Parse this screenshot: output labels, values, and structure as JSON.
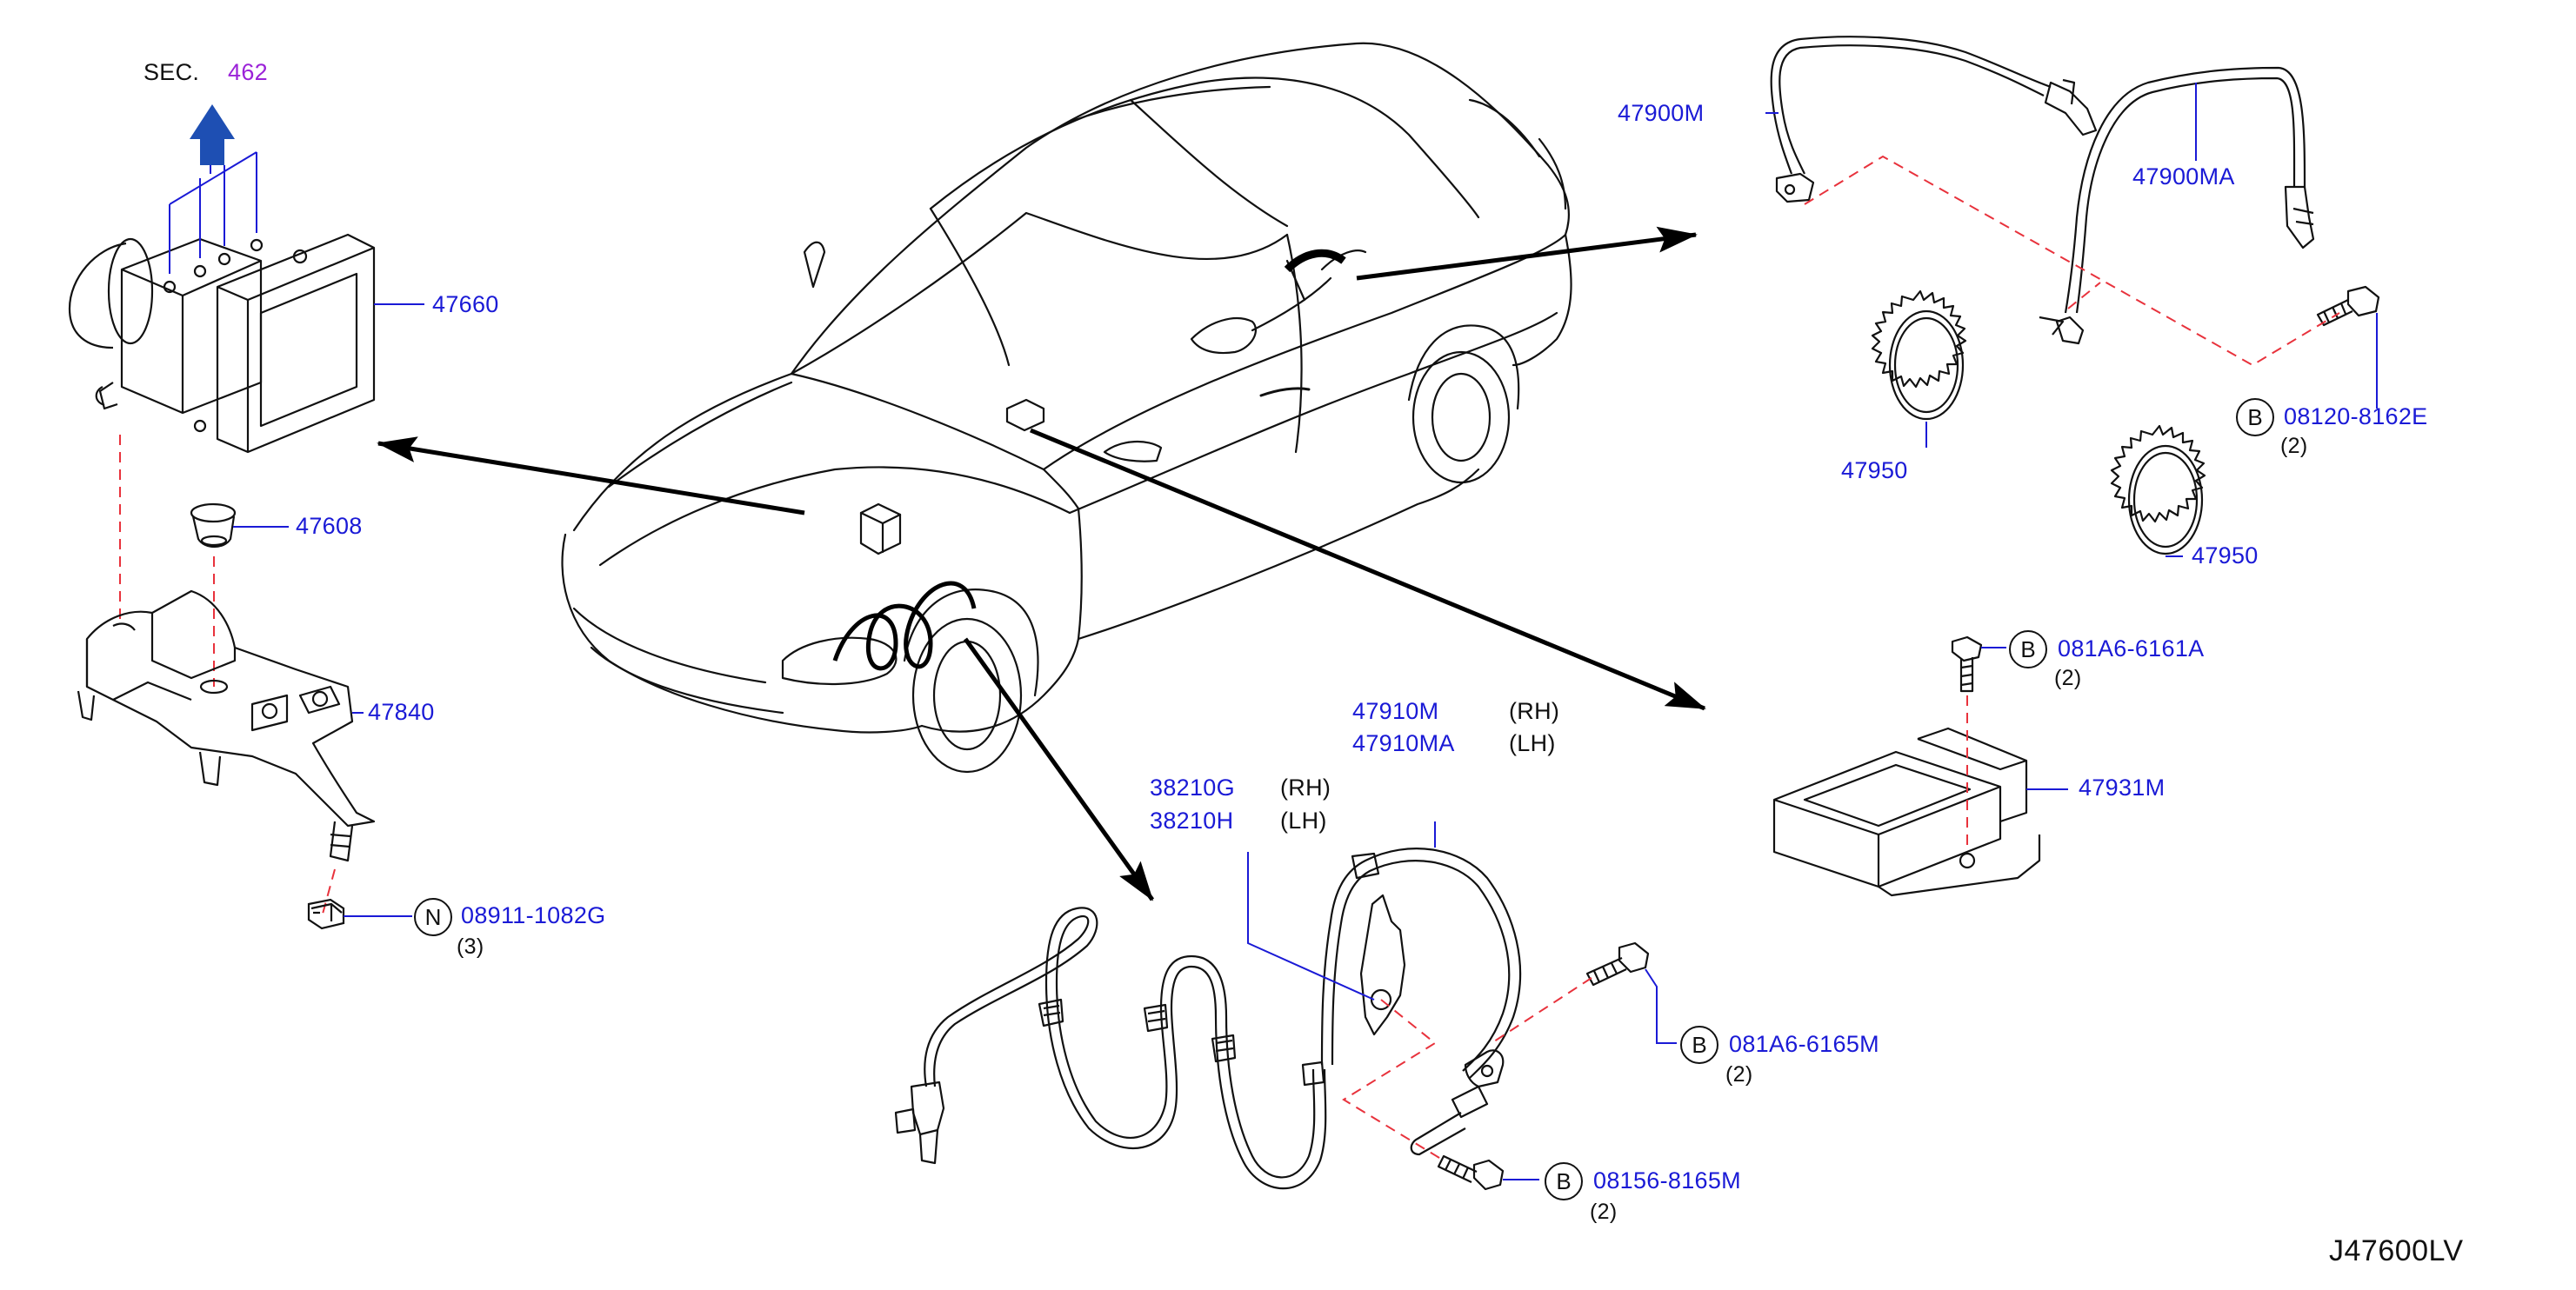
{
  "section": {
    "prefix": "SEC.",
    "number": "462"
  },
  "parts": {
    "p47660": "47660",
    "p47608": "47608",
    "p47840": "47840",
    "p47900M": "47900M",
    "p47900MA": "47900MA",
    "p47950a": "47950",
    "p47950b": "47950",
    "p47931M": "47931M",
    "p47910M": "47910M",
    "p47910MA": "47910MA",
    "p38210G": "38210G",
    "p38210H": "38210H"
  },
  "sides": {
    "rh1": "(RH)",
    "lh1": "(LH)",
    "rh2": "(RH)",
    "lh2": "(LH)"
  },
  "fasteners": {
    "f1": {
      "type": "N",
      "number": "08911-1082G",
      "qty": "(3)"
    },
    "f2": {
      "type": "B",
      "number": "08120-8162E",
      "qty": "(2)"
    },
    "f3": {
      "type": "B",
      "number": "081A6-6161A",
      "qty": "(2)"
    },
    "f4": {
      "type": "B",
      "number": "081A6-6165M",
      "qty": "(2)"
    },
    "f5": {
      "type": "B",
      "number": "08156-8165M",
      "qty": "(2)"
    }
  },
  "diagram_ref": "J47600LV",
  "colors": {
    "part_label": "#1a1ad6",
    "section_ref": "#9b22d8",
    "dashed_line": "#e8323c",
    "arrow": "#1e4fb3"
  }
}
